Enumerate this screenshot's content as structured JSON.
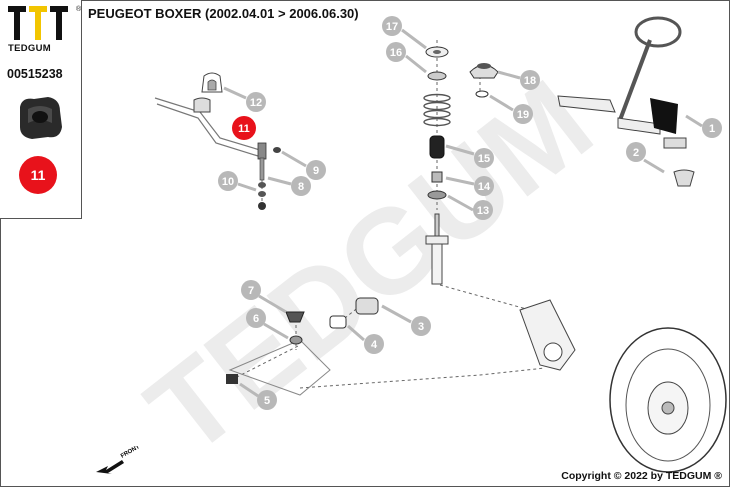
{
  "brand": {
    "name": "TEDGUM",
    "registered": "®"
  },
  "part_number": "00515238",
  "selected_badge": "11",
  "title": "PEUGEOT BOXER  (2002.04.01 > 2006.06.30)",
  "watermark": "TEDGUM",
  "front_label": "FRONT",
  "copyright": "Copyright © 2022 by TEDGUM ®",
  "callouts": [
    "1",
    "2",
    "3",
    "4",
    "5",
    "6",
    "7",
    "8",
    "9",
    "10",
    "11",
    "12",
    "13",
    "14",
    "15",
    "16",
    "17",
    "18",
    "19"
  ],
  "colors": {
    "accent": "#e8121b",
    "callout": "#b8b8b8",
    "line": "#555555"
  }
}
